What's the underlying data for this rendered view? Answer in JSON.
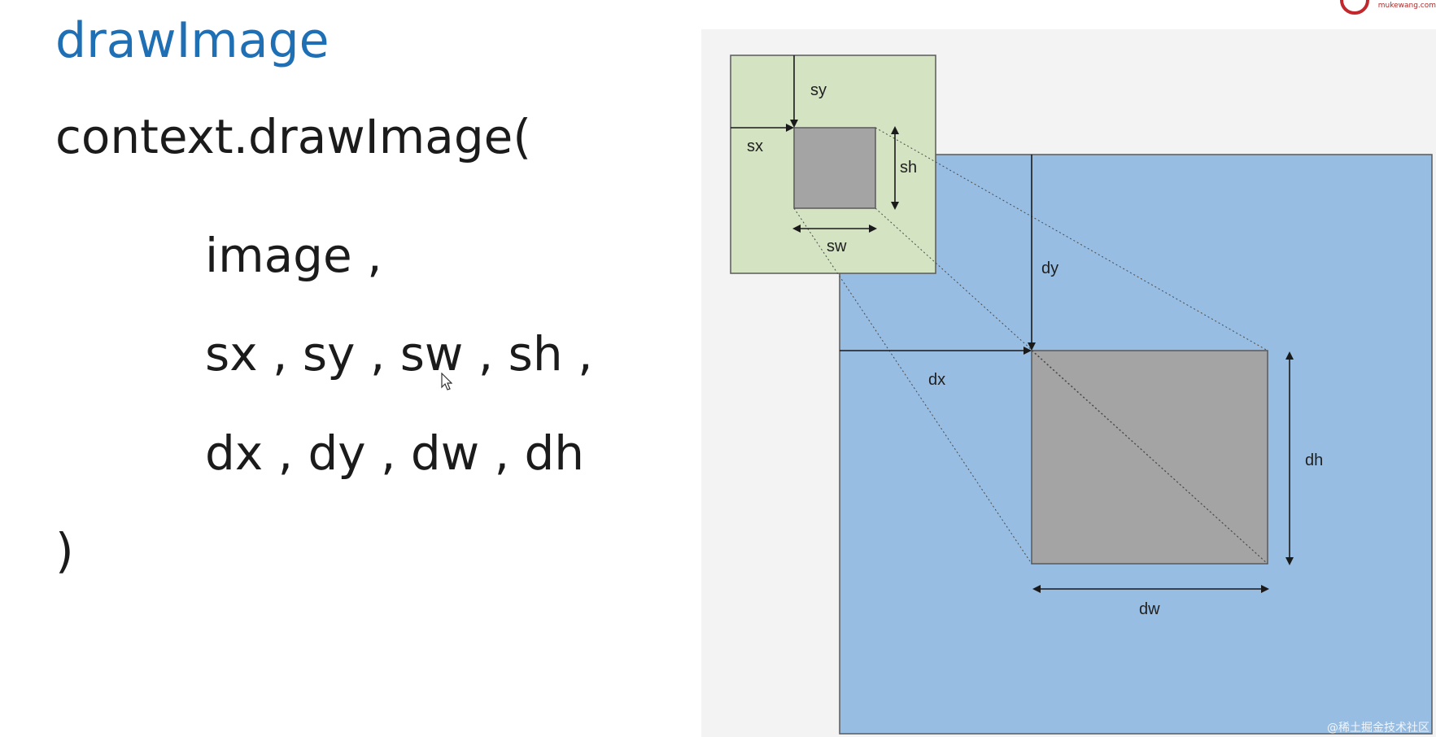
{
  "slide": {
    "title": "drawImage"
  },
  "code": {
    "line1": "context.drawImage(",
    "line2": "image ,",
    "line3": "sx , sy , sw , sh ,",
    "line4": "dx , dy , dw , dh",
    "line5": ")"
  },
  "diagram": {
    "labels": {
      "sy": "sy",
      "sx": "sx",
      "sh": "sh",
      "sw": "sw",
      "dy": "dy",
      "dx": "dx",
      "dh": "dh",
      "dw": "dw"
    },
    "colors": {
      "source_canvas": "#d4e4c2",
      "dest_canvas": "#97bde3",
      "image_rect": "#a4a4a4",
      "border": "#5a5a5a"
    }
  },
  "branding": {
    "logo_text": "mukewang.com",
    "watermark": "@稀土掘金技术社区"
  },
  "colors": {
    "title": "#1f6fb5",
    "code_text": "#1b1b1b"
  }
}
